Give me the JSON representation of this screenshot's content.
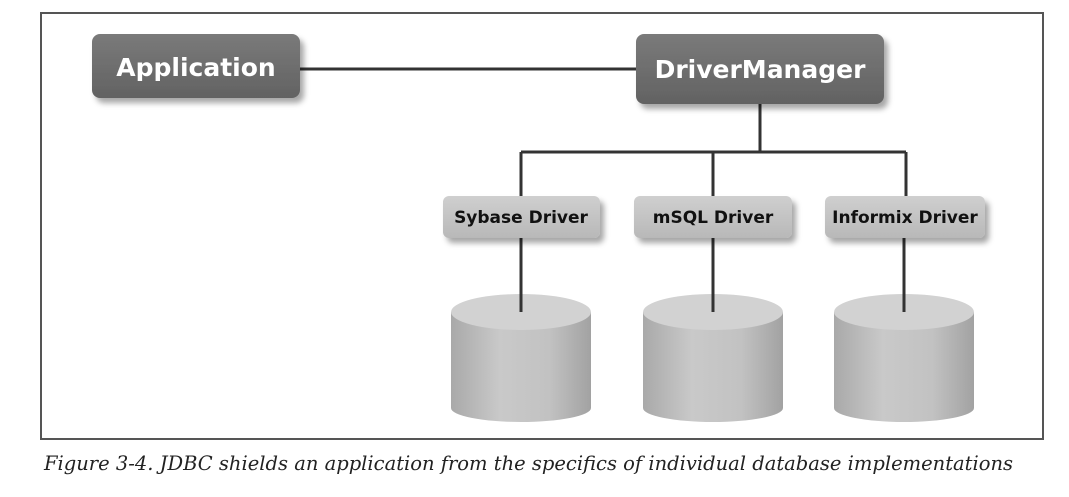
{
  "diagram": {
    "nodes": {
      "application": "Application",
      "driver_manager": "DriverManager",
      "sybase_driver": "Sybase Driver",
      "msql_driver": "mSQL Driver",
      "informix_driver": "Informix Driver"
    }
  },
  "caption": "Figure 3-4. JDBC shields an application from the specifics of individual database implementations",
  "colors": {
    "frame": "#555555",
    "dark_box": "#6e6e6e",
    "light_box": "#c4c4c4",
    "connector": "#333333",
    "database": "#bdbdbd"
  }
}
